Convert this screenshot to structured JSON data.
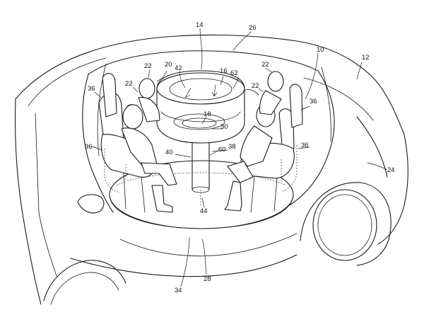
{
  "figure": {
    "reference_numerals": [
      {
        "id": "n14",
        "text": "14"
      },
      {
        "id": "n26",
        "text": "26"
      },
      {
        "id": "n10",
        "text": "10"
      },
      {
        "id": "n12",
        "text": "12"
      },
      {
        "id": "n20",
        "text": "20"
      },
      {
        "id": "n42",
        "text": "42"
      },
      {
        "id": "n16",
        "text": "16"
      },
      {
        "id": "n22a",
        "text": "22"
      },
      {
        "id": "n22b",
        "text": "22"
      },
      {
        "id": "n22c",
        "text": "22"
      },
      {
        "id": "n22d",
        "text": "22"
      },
      {
        "id": "n62",
        "text": "62"
      },
      {
        "id": "n36a",
        "text": "36"
      },
      {
        "id": "n36b",
        "text": "36"
      },
      {
        "id": "n36c",
        "text": "36"
      },
      {
        "id": "n36d",
        "text": "36"
      },
      {
        "id": "n18",
        "text": "18"
      },
      {
        "id": "n30",
        "text": "30"
      },
      {
        "id": "n38",
        "text": "38"
      },
      {
        "id": "n60",
        "text": "60"
      },
      {
        "id": "n40",
        "text": "40"
      },
      {
        "id": "n24",
        "text": "24"
      },
      {
        "id": "n44",
        "text": "44"
      },
      {
        "id": "n28",
        "text": "28"
      },
      {
        "id": "n34",
        "text": "34"
      }
    ]
  }
}
